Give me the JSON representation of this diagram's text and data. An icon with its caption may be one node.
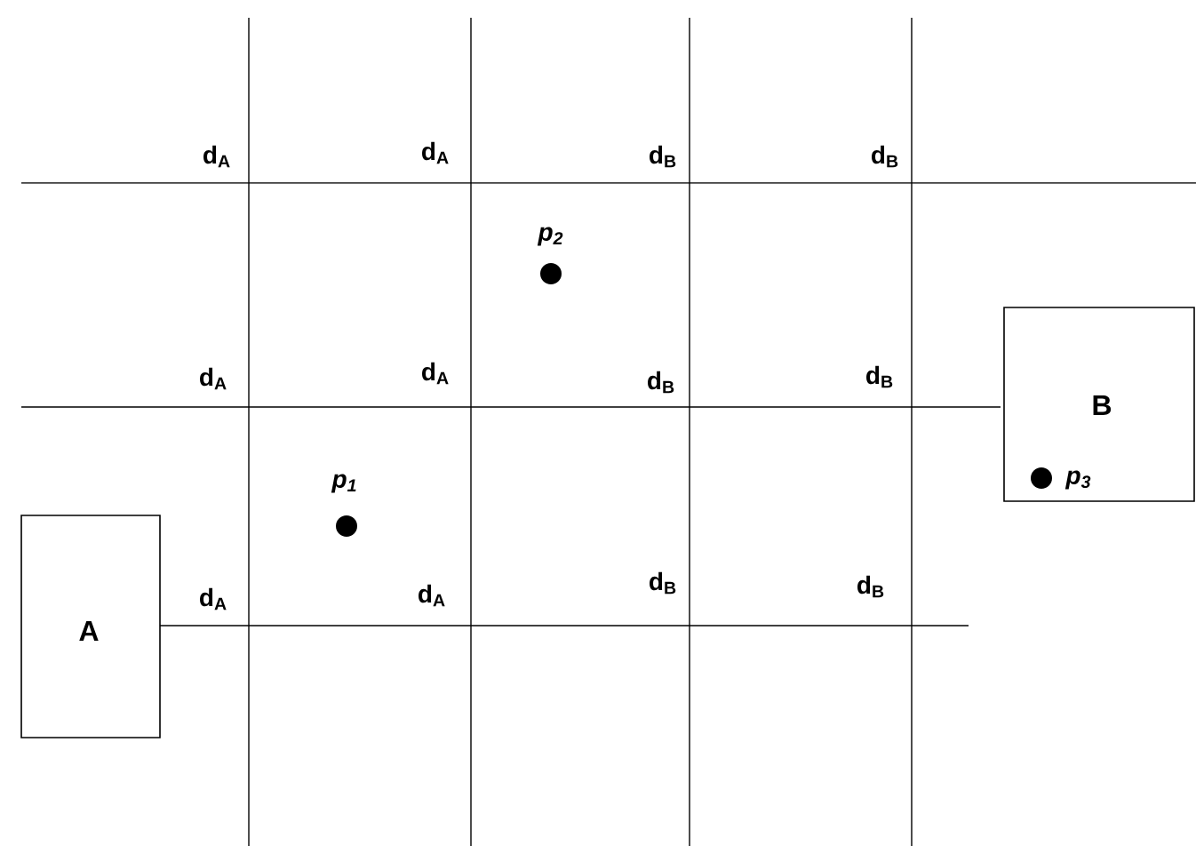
{
  "diagram": {
    "nodes": [
      {
        "text": [
          "A"
        ]
      },
      {
        "text": [
          "B"
        ]
      }
    ],
    "labels": [
      "d$_{A}$",
      "d$_{A}$",
      "d$_{B}$",
      "d$_{B}$",
      "p$_{2}$",
      "d$_{A}$",
      "d$_{A}$",
      "d$_{B}$",
      "d$_{B}$",
      "p$_{1}$",
      "p$_{3}$",
      "d$_{A}$",
      "d$_{A}$",
      "d$_{B}$",
      "d$_{B}$"
    ]
  }
}
